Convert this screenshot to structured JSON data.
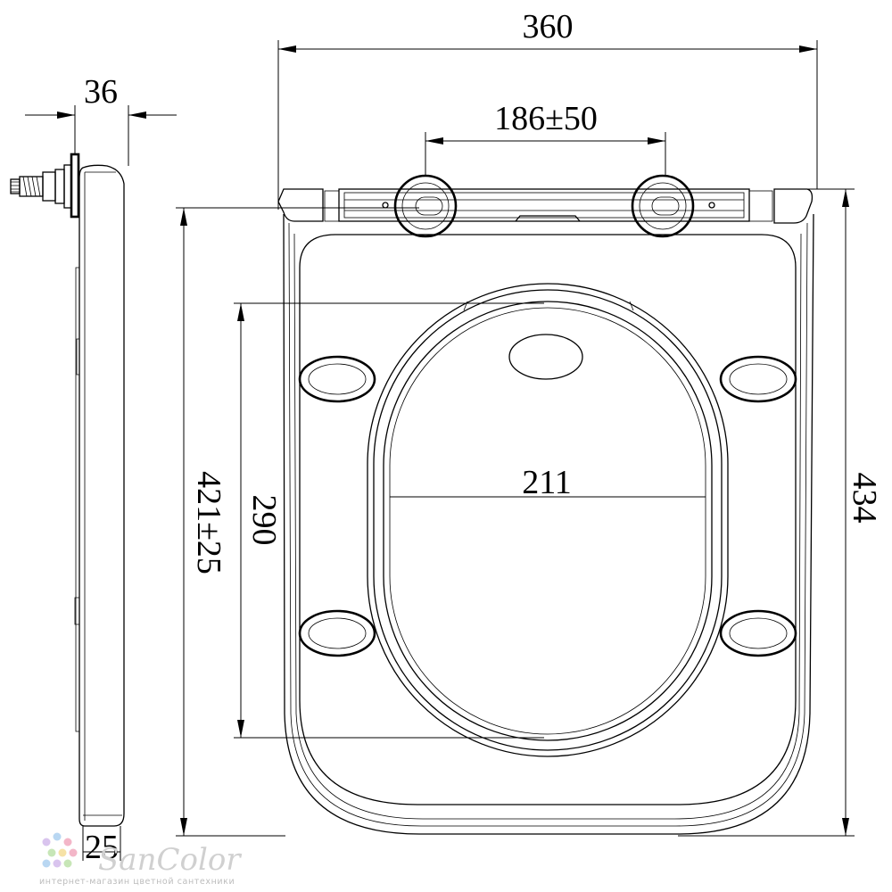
{
  "dimensions": {
    "overall_width": "360",
    "hinge_spacing": "186±50",
    "side_depth": "36",
    "opening_width": "211",
    "opening_length": "290",
    "mount_to_front": "421±25",
    "overall_length": "434",
    "lid_thickness": "25"
  },
  "watermark": {
    "brand": "SanColor",
    "tagline": "интернет-магазин цветной сантехники",
    "dot_colors": [
      "#f3b6c8",
      "#b9d7f2",
      "#c7e6b7",
      "#f6e2a6",
      "#d9c4ee"
    ]
  }
}
